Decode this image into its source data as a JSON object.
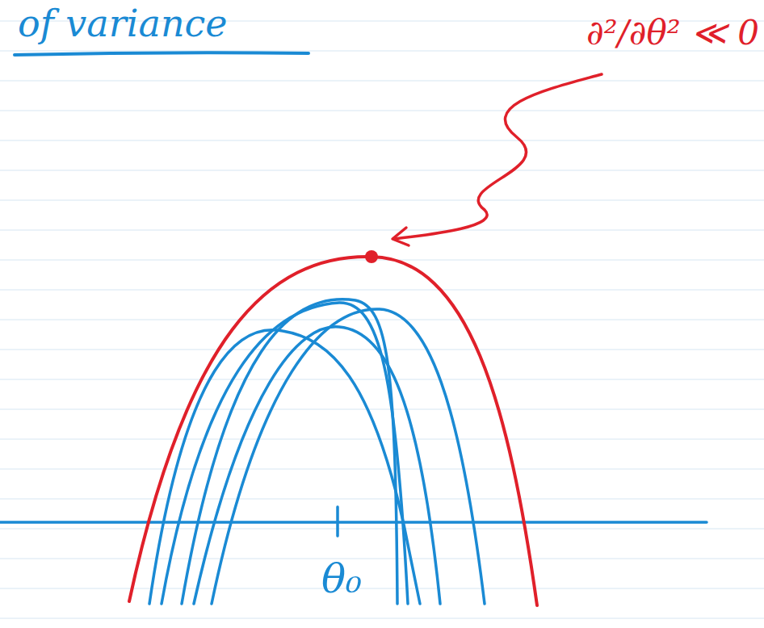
{
  "diagram": {
    "labels": [
      "of variance",
      "∂²/∂θ² ≪ 0",
      "θ₀"
    ]
  }
}
